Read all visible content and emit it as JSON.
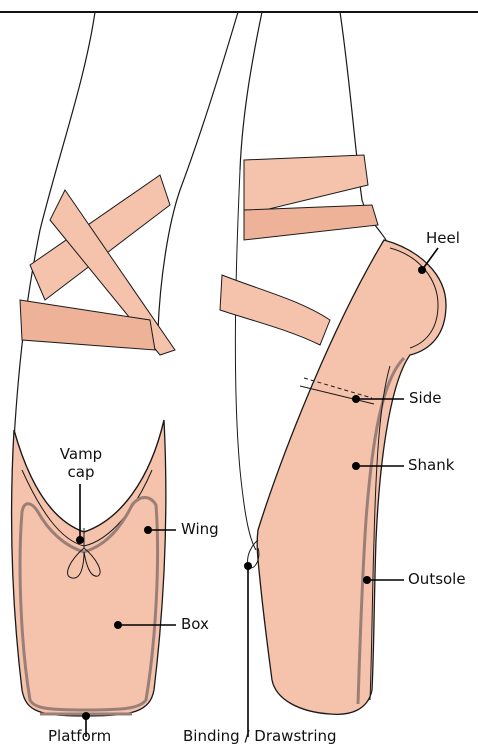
{
  "labels": {
    "heel": "Heel",
    "side": "Side",
    "shank": "Shank",
    "outsole": "Outsole",
    "wing": "Wing",
    "box": "Box",
    "vamp_cap_line1": "Vamp",
    "vamp_cap_line2": "cap",
    "platform": "Platform",
    "binding": "Binding / Drawstring"
  },
  "colors": {
    "satin": "#f5c2ab",
    "satin_dark": "#eeb299",
    "outline": "#1a1a1a",
    "seam": "#9a7f78",
    "leader": "#000000"
  }
}
